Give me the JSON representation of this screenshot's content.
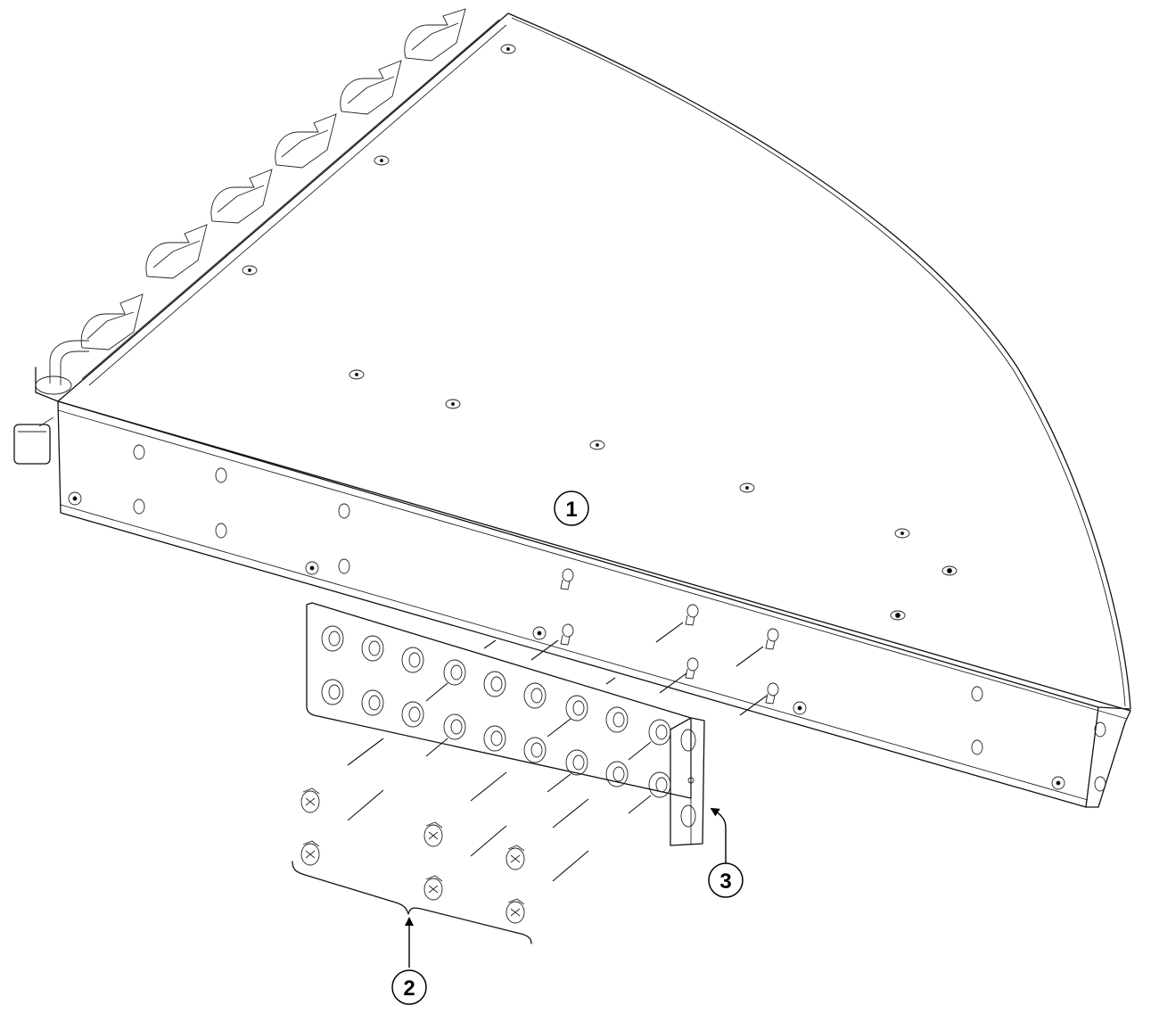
{
  "callouts": [
    {
      "id": "1",
      "label": "1"
    },
    {
      "id": "2",
      "label": "2"
    },
    {
      "id": "3",
      "label": "3"
    }
  ],
  "parts": {
    "chassis": "switch-chassis",
    "screws": "bracket-screws",
    "bracket": "rack-mount-bracket"
  }
}
